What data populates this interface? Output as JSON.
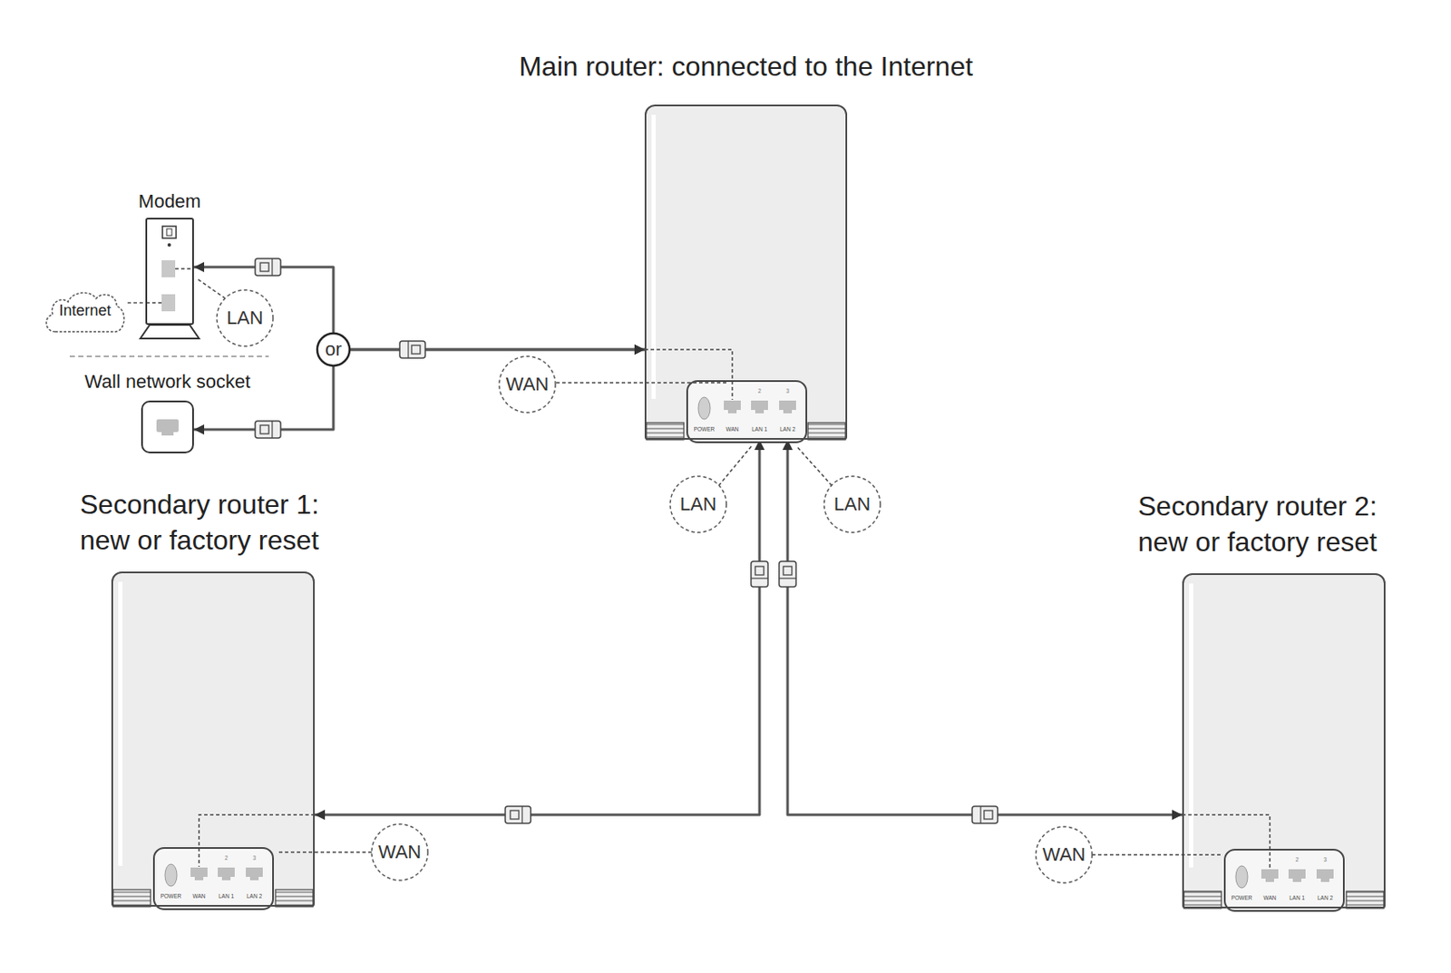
{
  "diagram": {
    "nodes": [
      {
        "text": [
          "Main router: connected to the Internet"
        ]
      },
      {
        "text": [
          "Modem"
        ]
      },
      {
        "text": [
          "Internet"
        ]
      },
      {
        "text": [
          "Wall network socket"
        ]
      },
      {
        "text": [
          "Secondary router 1: new or factory reset"
        ]
      },
      {
        "text": [
          "Secondary router 2: new or factory reset"
        ]
      }
    ],
    "edges": [
      {
        "from": 1,
        "to": 0,
        "arrow": "both"
      },
      {
        "from": 3,
        "to": 0,
        "arrow": "both"
      },
      {
        "from": 0,
        "to": 4,
        "arrow": "both"
      },
      {
        "from": 0,
        "to": 5,
        "arrow": "both"
      },
      {
        "from": 2,
        "to": 1,
        "arrow": "none"
      }
    ],
    "labels": [
      "LAN",
      "or",
      "WAN",
      "2",
      "3",
      "POWER",
      "WAN",
      "LAN 1",
      "LAN 2",
      "LAN",
      "LAN",
      "2",
      "3",
      "POWER",
      "WAN",
      "LAN 1",
      "LAN 2",
      "WAN",
      "2",
      "3",
      "POWER",
      "WAN",
      "LAN 1",
      "LAN 2",
      "WAN"
    ]
  }
}
